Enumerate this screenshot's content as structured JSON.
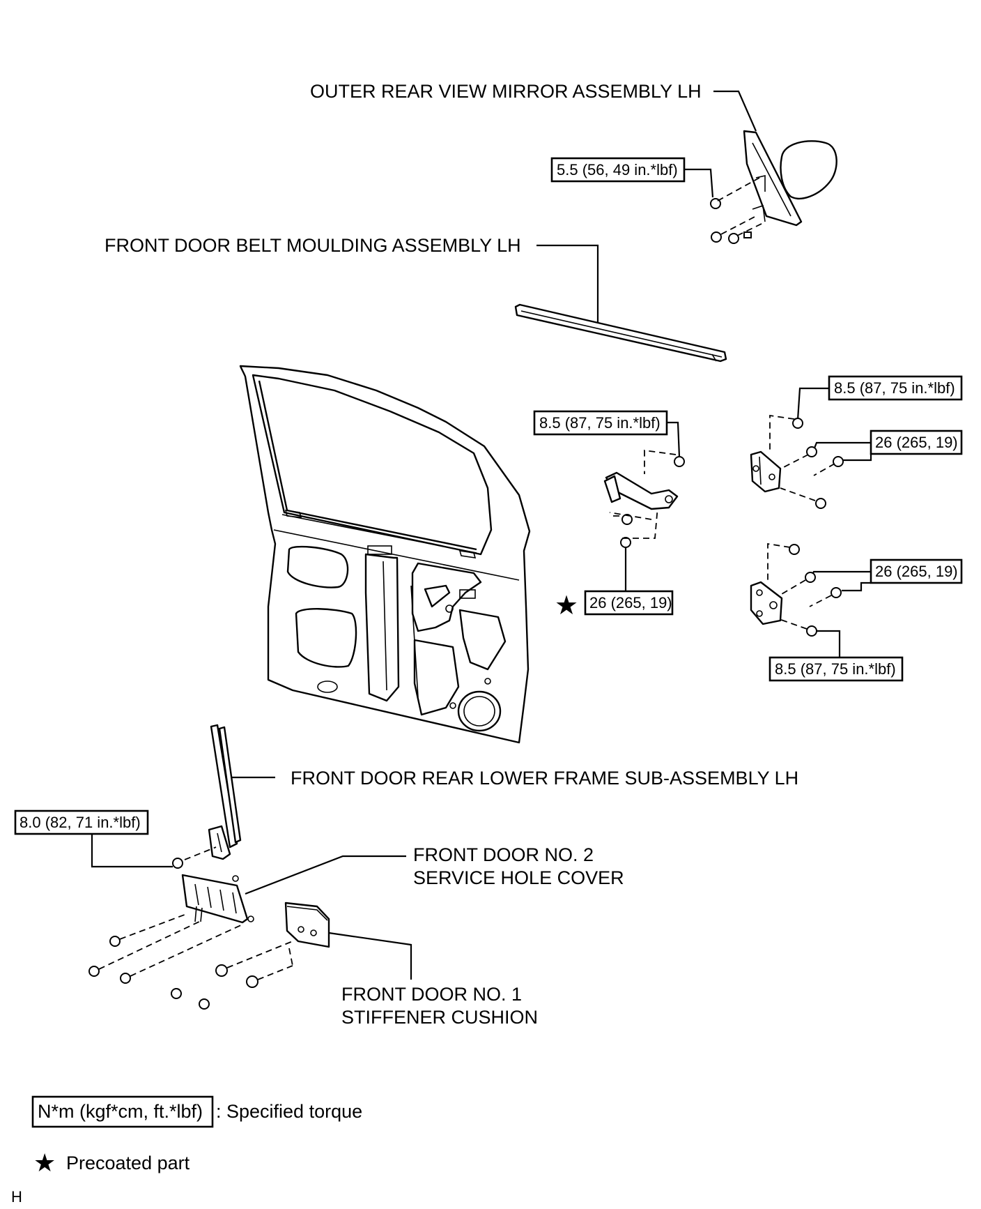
{
  "labels": {
    "mirror": "OUTER REAR VIEW MIRROR ASSEMBLY LH",
    "belt_moulding": "FRONT DOOR BELT MOULDING ASSEMBLY LH",
    "rear_lower_frame": "FRONT DOOR REAR LOWER FRAME SUB-ASSEMBLY LH",
    "service_hole_cover_line1": "FRONT DOOR NO. 2",
    "service_hole_cover_line2": "SERVICE HOLE COVER",
    "stiffener_cushion_line1": "FRONT DOOR NO. 1",
    "stiffener_cushion_line2": "STIFFENER CUSHION"
  },
  "torques": {
    "mirror": "5.5 (56, 49 in.*lbf)",
    "check_upper": "8.5 (87, 75 in.*lbf)",
    "check_lower": "26 (265, 19)",
    "upper_hinge_top": "8.5 (87, 75 in.*lbf)",
    "upper_hinge_side": "26 (265, 19)",
    "lower_hinge_side": "26 (265, 19)",
    "lower_hinge_bottom": "8.5 (87, 75 in.*lbf)",
    "rear_frame": "8.0 (82, 71 in.*lbf)"
  },
  "legend": {
    "unit_box": "N*m (kgf*cm, ft.*lbf)",
    "unit_desc": ": Specified torque",
    "precoated": "Precoated part"
  },
  "footer_code": "H"
}
